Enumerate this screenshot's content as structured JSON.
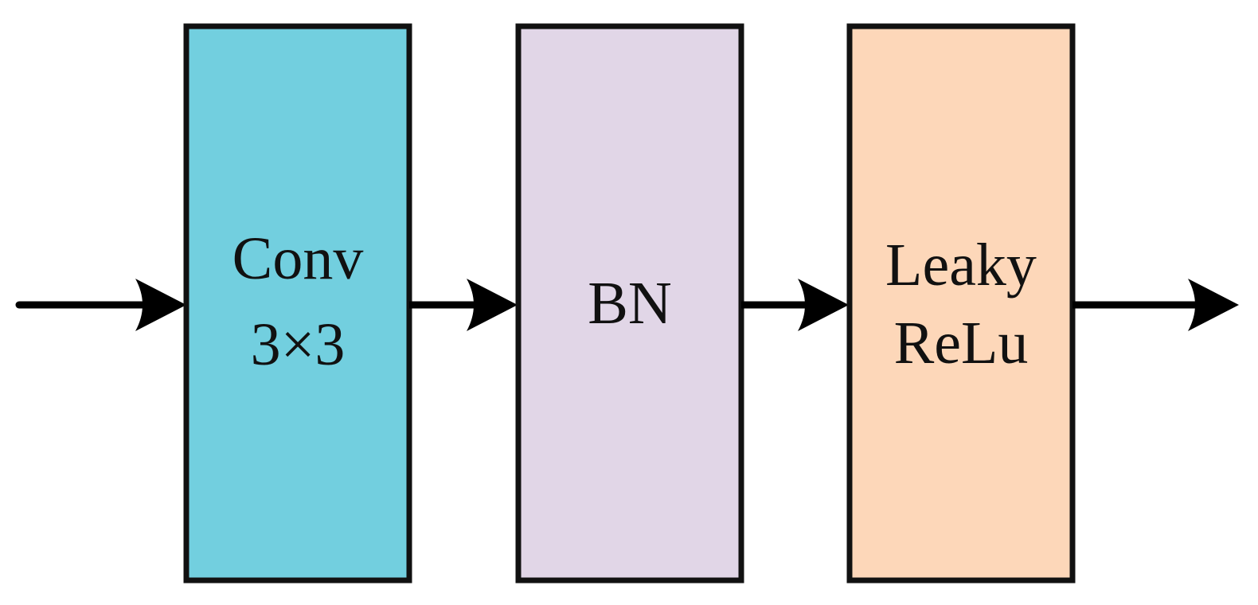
{
  "blocks": [
    {
      "id": "conv",
      "lines": [
        "Conv",
        "3×3"
      ],
      "fill": "#72cfdf"
    },
    {
      "id": "bn",
      "lines": [
        "BN"
      ],
      "fill": "#e1d6e7"
    },
    {
      "id": "leaky-relu",
      "lines": [
        "Leaky",
        "ReLu"
      ],
      "fill": "#fdd7b9"
    }
  ],
  "colors": {
    "stroke": "#111111",
    "arrow": "#000000",
    "background": "#ffffff"
  }
}
